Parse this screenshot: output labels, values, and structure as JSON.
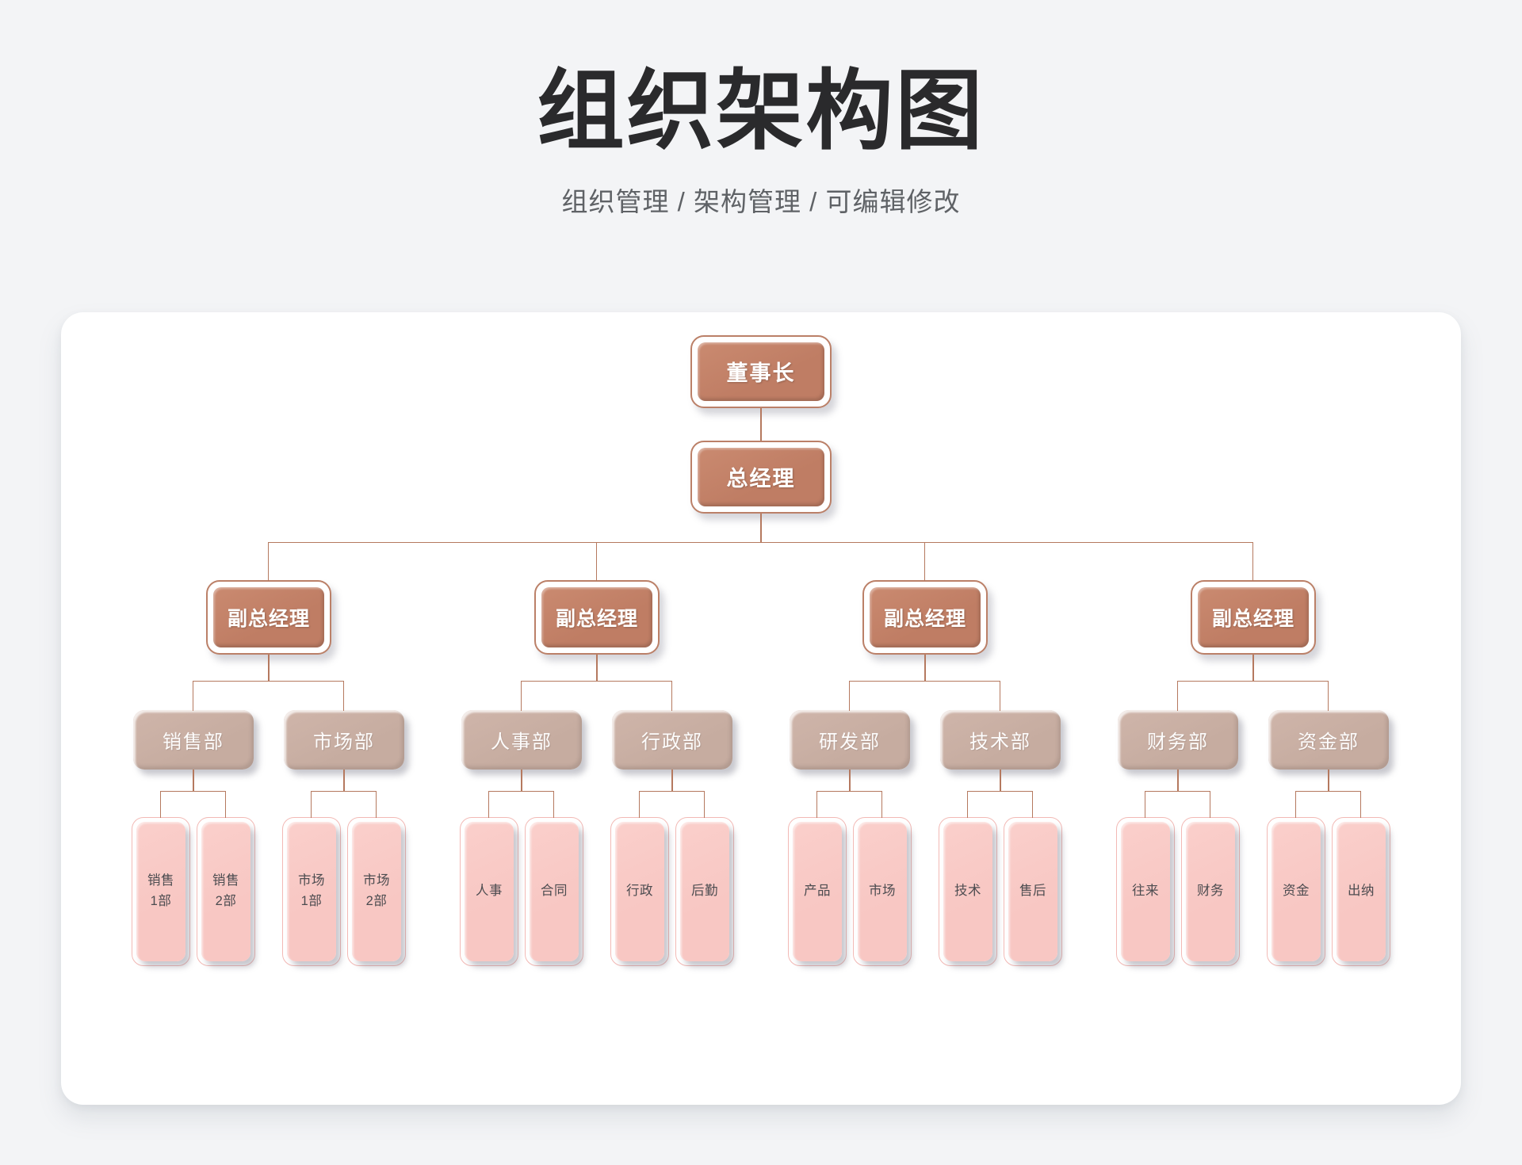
{
  "page": {
    "title": "组织架构图",
    "subtitle": "组织管理 / 架构管理 / 可编辑修改"
  },
  "colors": {
    "page_bg": "#f3f4f6",
    "card_bg": "#ffffff",
    "line": "#b5795f",
    "exec_fill": "#bf7d64",
    "exec_frame_border": "#bb8068",
    "dept_fill": "#c6aca0",
    "leaf_fill": "#f8c7c3",
    "leaf_frame_border": "#f2b9b5",
    "title_color": "#2a2a2c",
    "subtitle_color": "#5f6266",
    "leaf_text": "#4c4c50"
  },
  "org": {
    "root": {
      "label": "董事长"
    },
    "gm": {
      "label": "总经理"
    },
    "groups": [
      {
        "label": "副总经理",
        "departments": [
          {
            "label": "销售部",
            "units": [
              "销售\n1部",
              "销售\n2部"
            ]
          },
          {
            "label": "市场部",
            "units": [
              "市场\n1部",
              "市场\n2部"
            ]
          }
        ]
      },
      {
        "label": "副总经理",
        "departments": [
          {
            "label": "人事部",
            "units": [
              "人事",
              "合同"
            ]
          },
          {
            "label": "行政部",
            "units": [
              "行政",
              "后勤"
            ]
          }
        ]
      },
      {
        "label": "副总经理",
        "departments": [
          {
            "label": "研发部",
            "units": [
              "产品",
              "市场"
            ]
          },
          {
            "label": "技术部",
            "units": [
              "技术",
              "售后"
            ]
          }
        ]
      },
      {
        "label": "副总经理",
        "departments": [
          {
            "label": "财务部",
            "units": [
              "往来",
              "财务"
            ]
          },
          {
            "label": "资金部",
            "units": [
              "资金",
              "出纳"
            ]
          }
        ]
      }
    ]
  }
}
